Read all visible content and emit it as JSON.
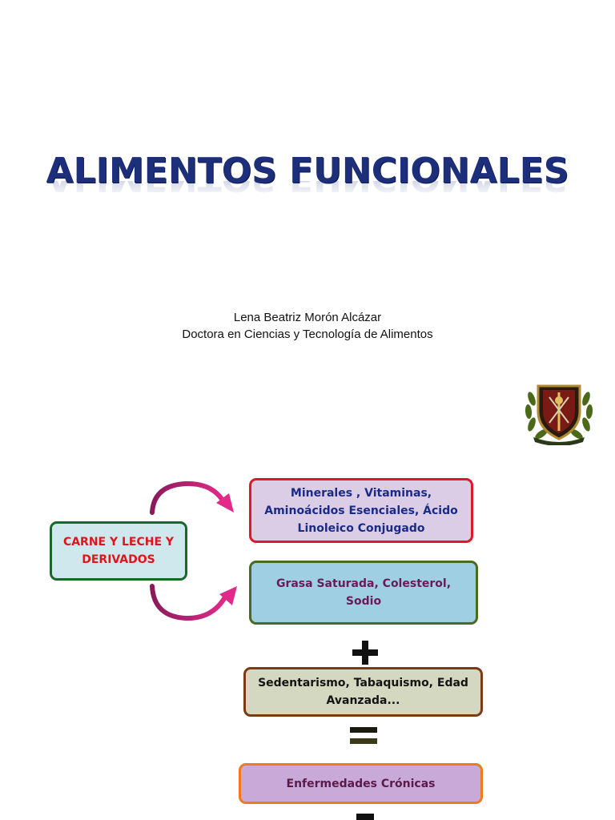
{
  "title": "ALIMENTOS FUNCIONALES",
  "author": {
    "name": "Lena Beatriz Morón Alcázar",
    "role": "Doctora en Ciencias y Tecnología de Alimentos"
  },
  "diagram": {
    "source": "CARNE Y LECHE  Y DERIVADOS",
    "positive": "Minerales , Vitaminas, Aminoácidos Esenciales, Ácido Linoleico Conjugado",
    "negative": "Grasa Saturada, Colesterol, Sodio",
    "factors": "Sedentarismo, Tabaquismo, Edad Avanzada...",
    "result": "Enfermedades Crónicas"
  },
  "colors": {
    "title": "#1d2f7a",
    "arrow": "#c2187a",
    "operator": "#111111",
    "carne_text": "#e0151b"
  },
  "icons": {
    "logo": "university-crest-icon",
    "arrow_top": "curved-arrow-icon",
    "arrow_bottom": "curved-arrow-icon",
    "plus": "plus-icon",
    "equals": "equals-icon",
    "minus": "minus-icon"
  }
}
